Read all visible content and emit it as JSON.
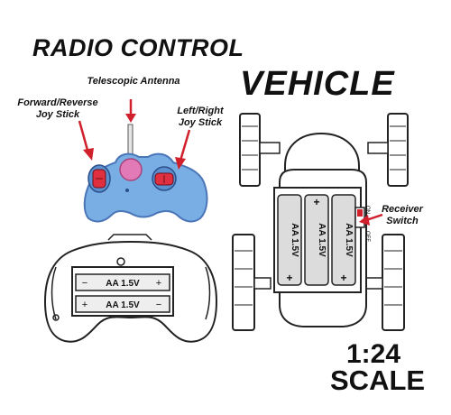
{
  "title": {
    "line1": "RADIO CONTROL",
    "line2": "VEHICLE"
  },
  "labels": {
    "antenna": "Telescopic Antenna",
    "forward_reverse": [
      "Forward/Reverse",
      "Joy Stick"
    ],
    "left_right": [
      "Left/Right",
      "Joy Stick"
    ],
    "receiver_switch": [
      "Receiver",
      "Switch"
    ]
  },
  "switch": {
    "on": "ON",
    "off": "OFF"
  },
  "batteries": {
    "remote": [
      "AA 1.5V",
      "AA 1.5V"
    ],
    "vehicle": [
      "AA 1.5V",
      "AA 1.5V",
      "AA 1.5V"
    ]
  },
  "scale": {
    "ratio": "1:24",
    "word": "SCALE"
  },
  "colors": {
    "remote_body": "#78aee3",
    "remote_outline": "#4a76b8",
    "center_button": "#e37ab8",
    "joystick_red": "#e03040",
    "arrow_red": "#d0202c",
    "line_dark": "#222222"
  },
  "icons": [
    "arrow-down-icon",
    "arrow-right-icon",
    "arrow-left-icon",
    "plus-icon"
  ]
}
